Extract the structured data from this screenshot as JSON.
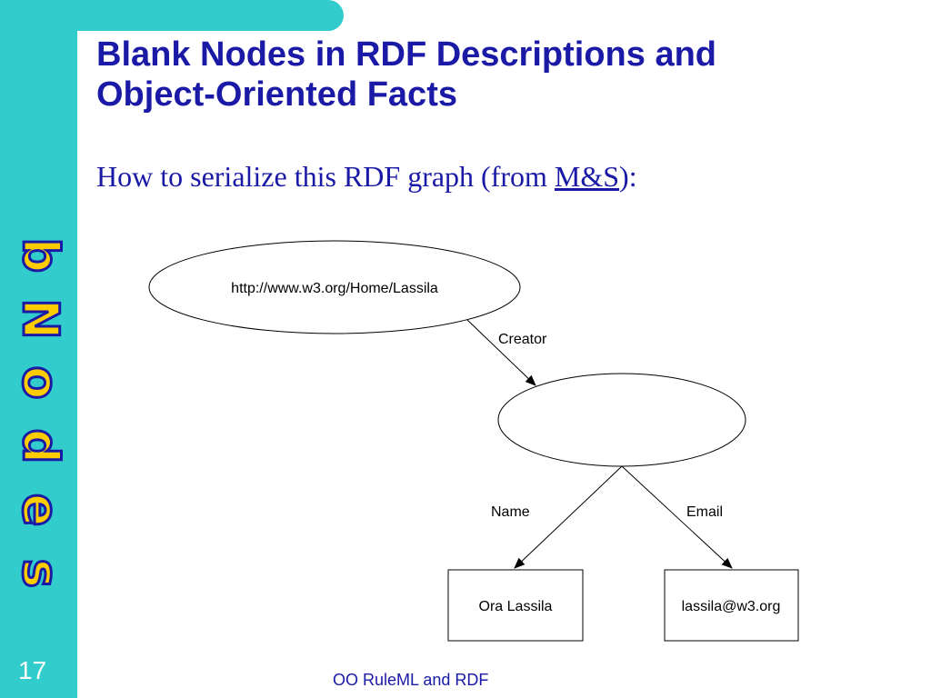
{
  "slide": {
    "title_line1": "Blank Nodes in RDF Descriptions and",
    "title_line2": "Object-Oriented Facts",
    "subtitle_prefix": "How to serialize this RDF graph (from ",
    "subtitle_link": "M&S",
    "subtitle_suffix": "):",
    "logo_text": "bNodes",
    "page_number": "17",
    "footer": "OO RuleML and RDF"
  },
  "colors": {
    "sidebar": "#33cccc",
    "title": "#1a1aa6",
    "logo_fill": "#ffcc00",
    "logo_stroke": "#1a1aa6"
  },
  "diagram": {
    "resource_node": "http://www.w3.org/Home/Lassila",
    "edge_creator": "Creator",
    "edge_name": "Name",
    "edge_email": "Email",
    "literal_name": "Ora Lassila",
    "literal_email": "lassila@w3.org"
  }
}
